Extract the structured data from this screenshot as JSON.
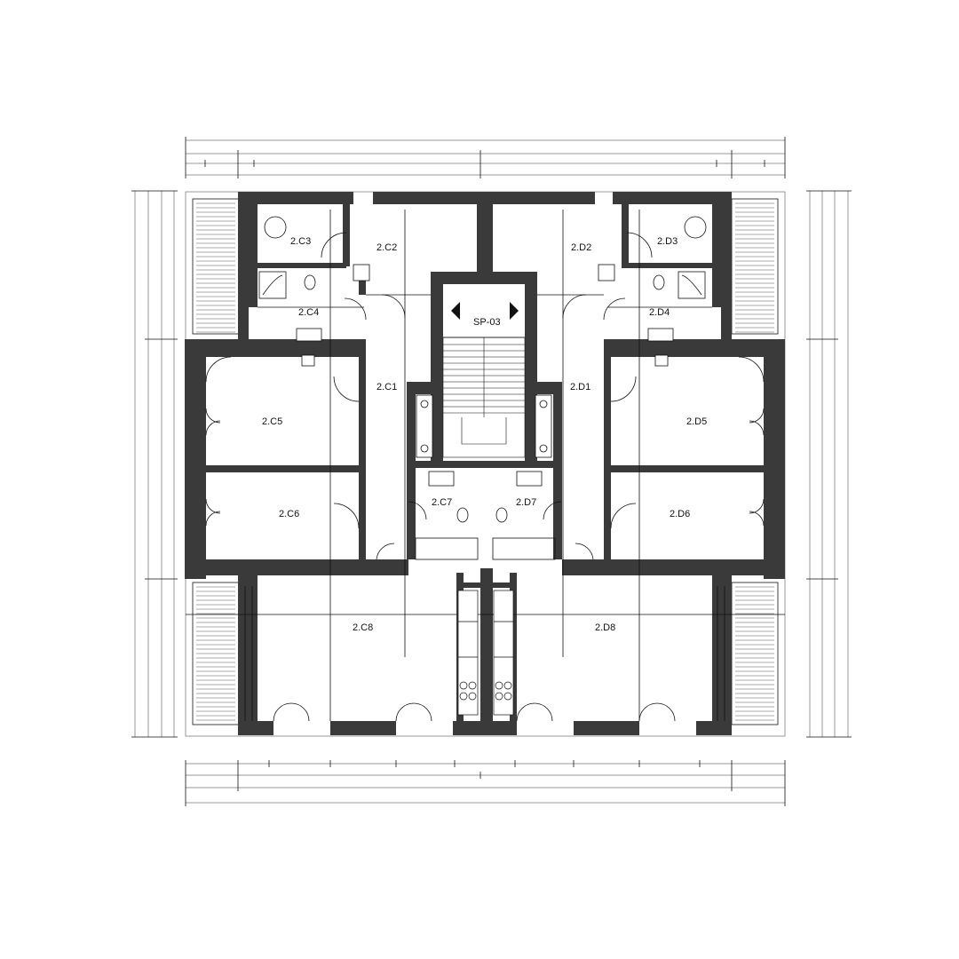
{
  "rooms": {
    "c3": "2.C3",
    "c2": "2.C2",
    "d2": "2.D2",
    "d3": "2.D3",
    "c4": "2.C4",
    "d4": "2.D4",
    "sp03": "SP-03",
    "c1": "2.C1",
    "d1": "2.D1",
    "c5": "2.C5",
    "d5": "2.D5",
    "c7": "2.C7",
    "d7": "2.D7",
    "c6": "2.C6",
    "d6": "2.D6",
    "c8": "2.C8",
    "d8": "2.D8"
  },
  "colors": {
    "wall": "#3a3a3a",
    "line": "#111111",
    "background": "#ffffff"
  },
  "icons": [
    "stair-arrow-left-icon",
    "stair-arrow-right-icon",
    "toilet-icon",
    "sink-icon",
    "shower-icon",
    "door-swing-icon",
    "balcony-hatch-icon"
  ]
}
